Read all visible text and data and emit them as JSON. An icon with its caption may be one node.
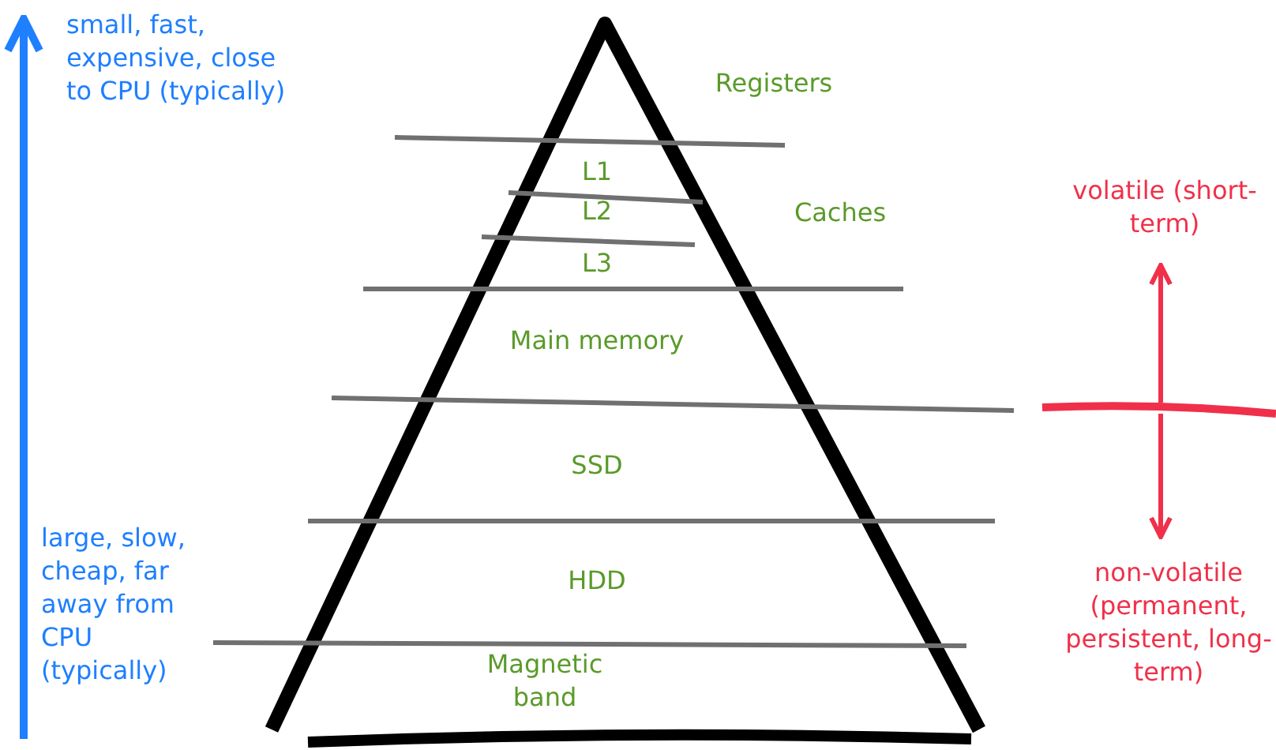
{
  "diagram": {
    "nodes": [
      {
        "text": [
          "Registers"
        ]
      },
      {
        "text": [
          "L1"
        ]
      },
      {
        "text": [
          "L2"
        ]
      },
      {
        "text": [
          "L3"
        ]
      },
      {
        "text": [
          "Main memory"
        ]
      },
      {
        "text": [
          "SSD"
        ]
      },
      {
        "text": [
          "HDD"
        ]
      },
      {
        "text": [
          "Magnetic band"
        ]
      }
    ],
    "labels": [
      "small, fast, expensive, close to CPU (typically)",
      "large, slow, cheap, far away from CPU (typically)",
      "Caches",
      "volatile (short-term)",
      "non-volatile (permanent, persistent, long-term)"
    ]
  }
}
